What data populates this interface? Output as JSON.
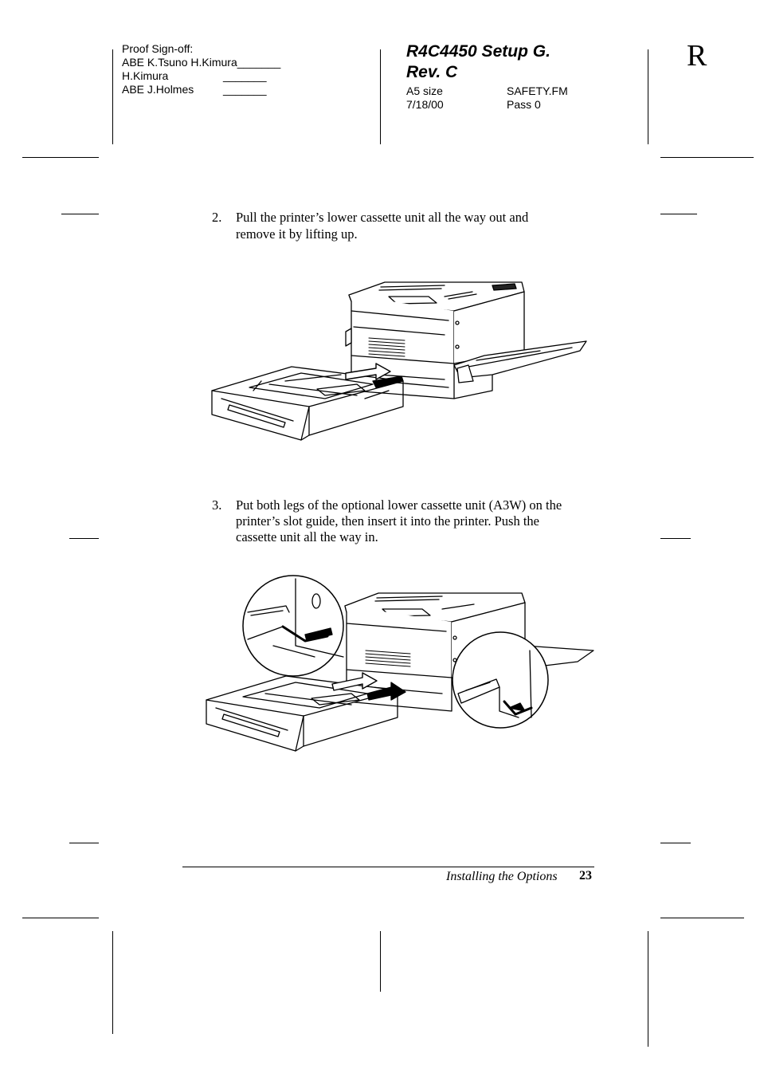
{
  "proof": {
    "heading": "Proof Sign-off:",
    "line1": "ABE  K.Tsuno  H.Kimura_______",
    "line2_name": "H.Kimura",
    "line2_blank": "_______",
    "line3_name": "ABE  J.Holmes",
    "line3_blank": "_______"
  },
  "header": {
    "title_line1": "R4C4450 Setup G.",
    "title_line2": "Rev. C",
    "size": "A5 size",
    "file": "SAFETY.FM",
    "date": "7/18/00",
    "pass": "Pass 0",
    "corner_letter": "R"
  },
  "steps": [
    {
      "number": "2.",
      "line1": "Pull the printer’s lower cassette unit all the way out and",
      "line2": "remove it by lifting up."
    },
    {
      "number": "3.",
      "line1": "Put both legs of the optional lower cassette unit (A3W) on the",
      "line2": "printer’s slot guide, then insert it into the printer. Push the",
      "line3": "cassette unit all the way in."
    }
  ],
  "footer": {
    "section": "Installing the Options",
    "page": "23"
  }
}
